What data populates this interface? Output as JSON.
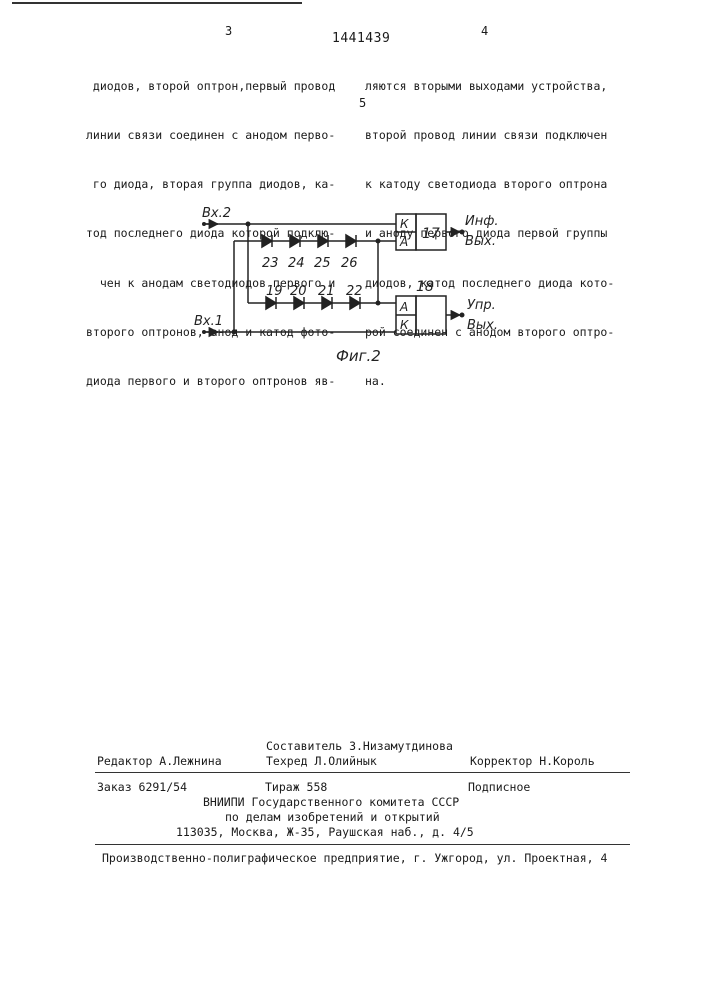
{
  "header": {
    "page_left": "3",
    "patent_number": "1441439",
    "page_right": "4",
    "margin_line_number": "5"
  },
  "left_column": [
    "диодов, второй оптрон,первый провод",
    "линии связи соединен с анодом перво-",
    "го диода, вторая группа диодов, ка-",
    "тод последнего диода которой подклю-",
    "чен к анодам светодиодов первого и",
    "второго оптронов, анод и катод фото-",
    "диода первого и второго оптронов яв-"
  ],
  "right_column": [
    "ляются вторыми выходами устройства,",
    "второй провод линии связи подключен",
    "к катоду светодиода второго оптрона",
    "и аноду первого диода первой группы",
    "диодов, катод последнего диода кото-",
    "рой соединен с анодом второго оптро-",
    "на."
  ],
  "figure": {
    "caption": "Фиг.2",
    "input_2": "Вх.2",
    "input_1": "Вх.1",
    "output_info_1": "Инф.",
    "output_info_2": "Вых.",
    "output_ctrl_1": "Упр.",
    "output_ctrl_2": "Вых.",
    "block_17": "17",
    "block_18": "18",
    "block_17_pin_k": "К",
    "block_17_pin_a": "А",
    "block_18_pin_a": "А",
    "block_18_pin_k": "К",
    "diodes_top": [
      "23",
      "24",
      "25",
      "26"
    ],
    "diodes_bottom": [
      "19",
      "20",
      "21",
      "22"
    ]
  },
  "footer": {
    "compiler": "Составитель З.Низамутдинова",
    "editor": "Редактор А.Лежнина",
    "techred": "Техред Л.Олийнык",
    "corrector": "Корректор Н.Король",
    "order": "Заказ 6291/54",
    "circulation": "Тираж 558",
    "subscription": "Подписное",
    "org_line1": "ВНИИПИ Государственного комитета СССР",
    "org_line2": "по делам изобретений и открытий",
    "org_address": "113035, Москва, Ж-35, Раушская наб., д. 4/5",
    "printer": "Производственно-полиграфическое предприятие, г. Ужгород, ул. Проектная, 4"
  }
}
